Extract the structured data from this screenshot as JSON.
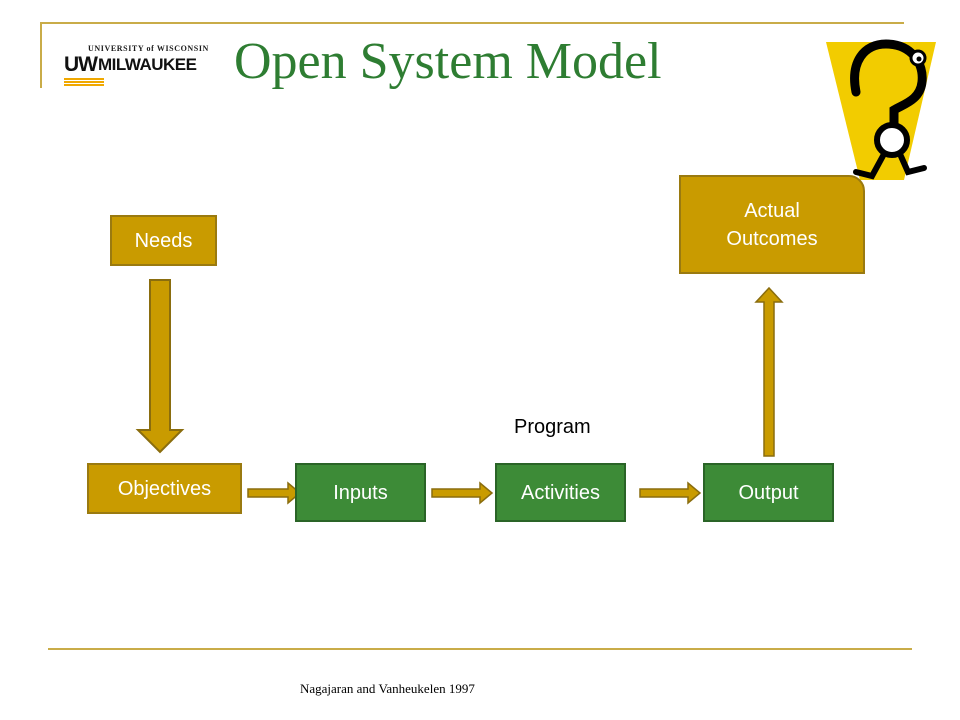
{
  "slide": {
    "title": "Open System Model",
    "citation": "Nagajaran and Vanheukelen 1997"
  },
  "logo": {
    "top_line": "UNIVERSITY of WISCONSIN",
    "mark": "UW",
    "main": "MILWAUKEE"
  },
  "diagram": {
    "nodes": {
      "needs": "Needs",
      "objectives": "Objectives",
      "inputs": "Inputs",
      "activities": "Activities",
      "output": "Output",
      "outcomes_line1": "Actual",
      "outcomes_line2": "Outcomes"
    },
    "group_label": "Program",
    "edges": [
      {
        "from": "needs",
        "to": "objectives"
      },
      {
        "from": "objectives",
        "to": "inputs"
      },
      {
        "from": "inputs",
        "to": "activities"
      },
      {
        "from": "activities",
        "to": "output"
      },
      {
        "from": "output",
        "to": "outcomes"
      }
    ]
  },
  "colors": {
    "gold_box": "#c99b00",
    "green_box": "#3d8b37",
    "title": "#2e7d32",
    "rule": "#c9ac48"
  },
  "icons": {
    "mascot": "question-mark-figure-icon"
  }
}
